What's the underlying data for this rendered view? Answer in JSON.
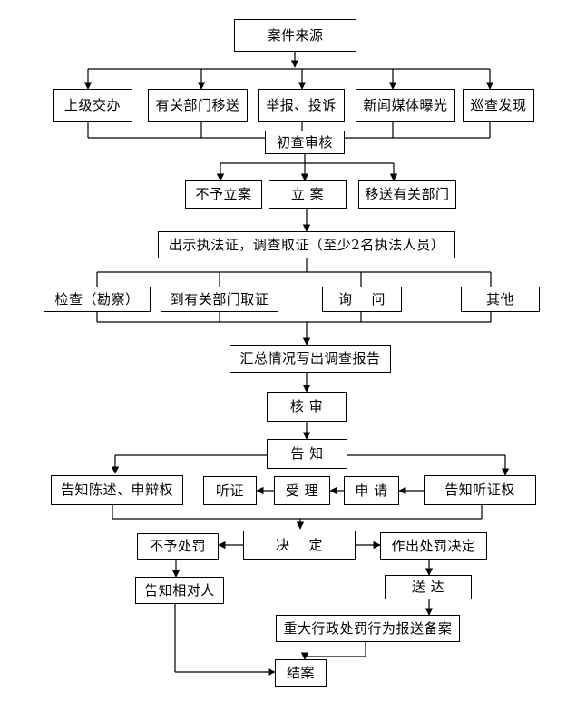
{
  "flowchart": {
    "source": "案件来源",
    "origins": [
      "上级交办",
      "有关部门移送",
      "举报、投诉",
      "新闻媒体曝光",
      "巡查发现"
    ],
    "initial_review": "初查审核",
    "decisions": [
      "不予立案",
      "立 案",
      "移送有关部门"
    ],
    "investigation": "出示执法证，调查取证（至少2名执法人员）",
    "methods": [
      "检查（勘察）",
      "到有关部门取证",
      "询    问",
      "其他"
    ],
    "report": "汇总情况写出调查报告",
    "review": "核 审",
    "notify": "告 知",
    "notice_items": [
      "告知陈述、申辩权",
      "听证",
      "受 理",
      "申 请",
      "告知听证权"
    ],
    "decide": "决    定",
    "no_penalty": "不予处罚",
    "make_penalty": "作出处罚决定",
    "inform_party": "告知相对人",
    "deliver": "送 达",
    "file_major": "重大行政处罚行为报送备案",
    "close": "结案"
  }
}
